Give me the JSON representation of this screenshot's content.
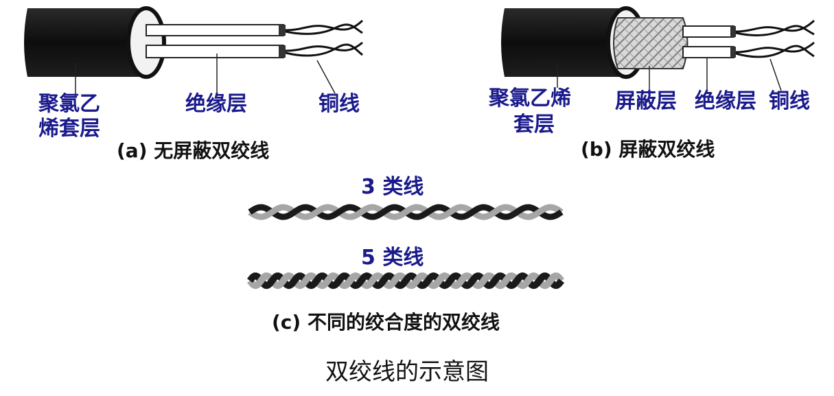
{
  "colors": {
    "label_blue": "#1a1a8c",
    "jacket": "#111111",
    "conductor_dark": "#1a1a1a",
    "conductor_light": "#a6a6a6",
    "shield": "#cfcfcf"
  },
  "panel_a": {
    "labels": {
      "jacket_line1": "聚氯乙",
      "jacket_line2": "烯套层",
      "insulation": "绝缘层",
      "copper": "铜线"
    },
    "caption": "(a) 无屏蔽双绞线"
  },
  "panel_b": {
    "labels": {
      "jacket_line1": "聚氯乙烯",
      "jacket_line2": "套层",
      "shield": "屏蔽层",
      "insulation": "绝缘层",
      "copper": "铜线"
    },
    "caption": "(b) 屏蔽双绞线"
  },
  "panel_c": {
    "cat3": {
      "label": "3 类线",
      "twists": 7
    },
    "cat5": {
      "label": "5 类线",
      "twists": 14
    },
    "caption": "(c) 不同的绞合度的双绞线"
  },
  "title": "双绞线的示意图"
}
